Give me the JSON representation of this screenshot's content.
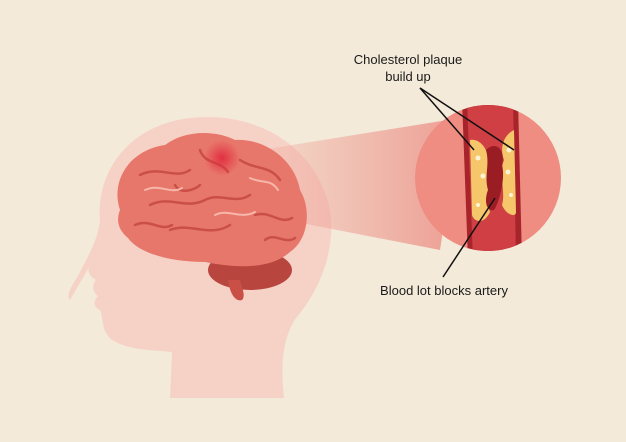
{
  "labels": {
    "plaque_line1": "Cholesterol plaque",
    "plaque_line2": "build up",
    "clot": "Blood lot blocks artery"
  },
  "colors": {
    "background": "#f3ead9",
    "head": "#f6d2c6",
    "brain": "#e8776b",
    "brain_dark": "#c94f47",
    "artery": "#c8373c",
    "plaque": "#f5c76a"
  }
}
